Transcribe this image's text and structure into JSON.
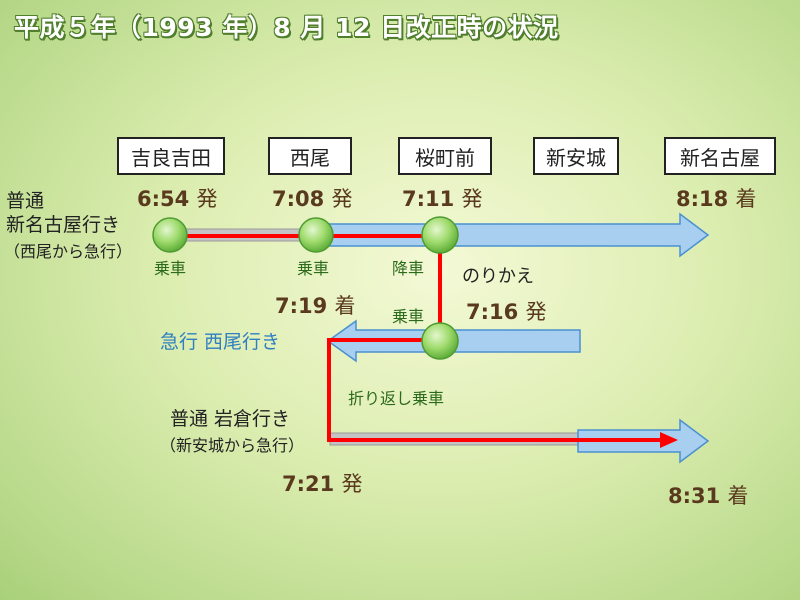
{
  "title": "平成５年（1993 年）8 月 12 日改正時の状況",
  "stations": [
    {
      "name": "吉良吉田"
    },
    {
      "name": "西尾"
    },
    {
      "name": "桜町前"
    },
    {
      "name": "新安城"
    },
    {
      "name": "新名古屋"
    }
  ],
  "times": {
    "kira_dep": "6:54",
    "nishio_dep": "7:08",
    "sakura_dep": "7:11",
    "shinnagoya_arr": "8:18",
    "nishio_arr": "7:19",
    "sakura_dep2": "7:16",
    "return_dep": "7:21",
    "iwakura_arr": "8:31",
    "dep_suffix": "発",
    "arr_suffix": "着"
  },
  "train1": {
    "line1": "普通",
    "line2": "新名古屋行き",
    "line3": "（西尾から急行）"
  },
  "train2": {
    "label": "急行  西尾行き"
  },
  "train3": {
    "line1": "普通  岩倉行き",
    "line2": "（新安城から急行）"
  },
  "actions": {
    "board": "乗車",
    "alight": "降車",
    "transfer": "のりかえ",
    "return_board": "折り返し乗車"
  },
  "colors": {
    "route": "#ff0000",
    "express": "#a9cff0",
    "local": "#bdbdbd",
    "node": "#8fd35e"
  }
}
